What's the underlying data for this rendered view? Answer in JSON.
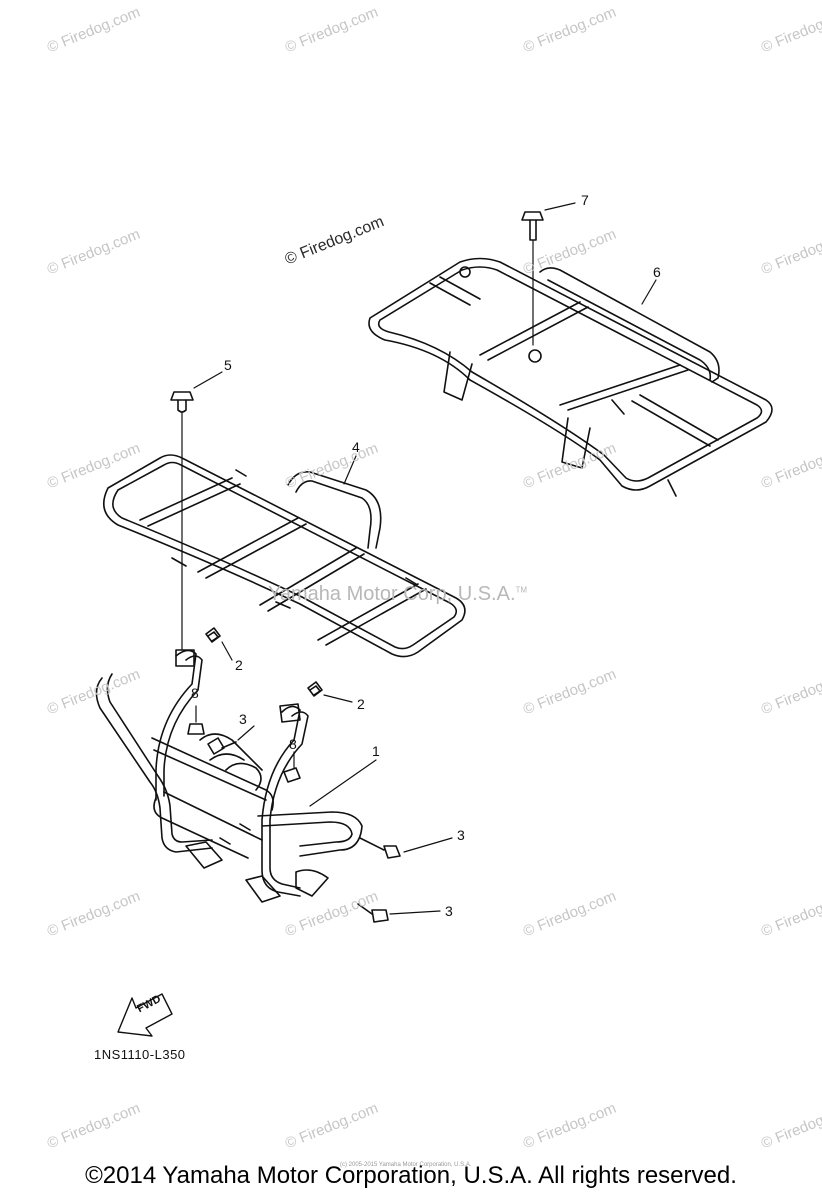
{
  "watermark": "© Firedog.com",
  "watermark_dark": "© Firedog.com",
  "center_watermark": "Yamaha Motor Corp, U.S.A.",
  "center_watermark_mark": "TM",
  "callouts": [
    "1",
    "2",
    "2",
    "3",
    "3",
    "3",
    "4",
    "5",
    "6",
    "7",
    "8",
    "8"
  ],
  "fwd_text": "FWD",
  "diagram_code": "1NS1110-L350",
  "fine_print": "(c) 2005-2015 Yamaha Motor Corporation, U.S.A.",
  "copyright": "©2014 Yamaha Motor Corporation, U.S.A. All rights reserved."
}
